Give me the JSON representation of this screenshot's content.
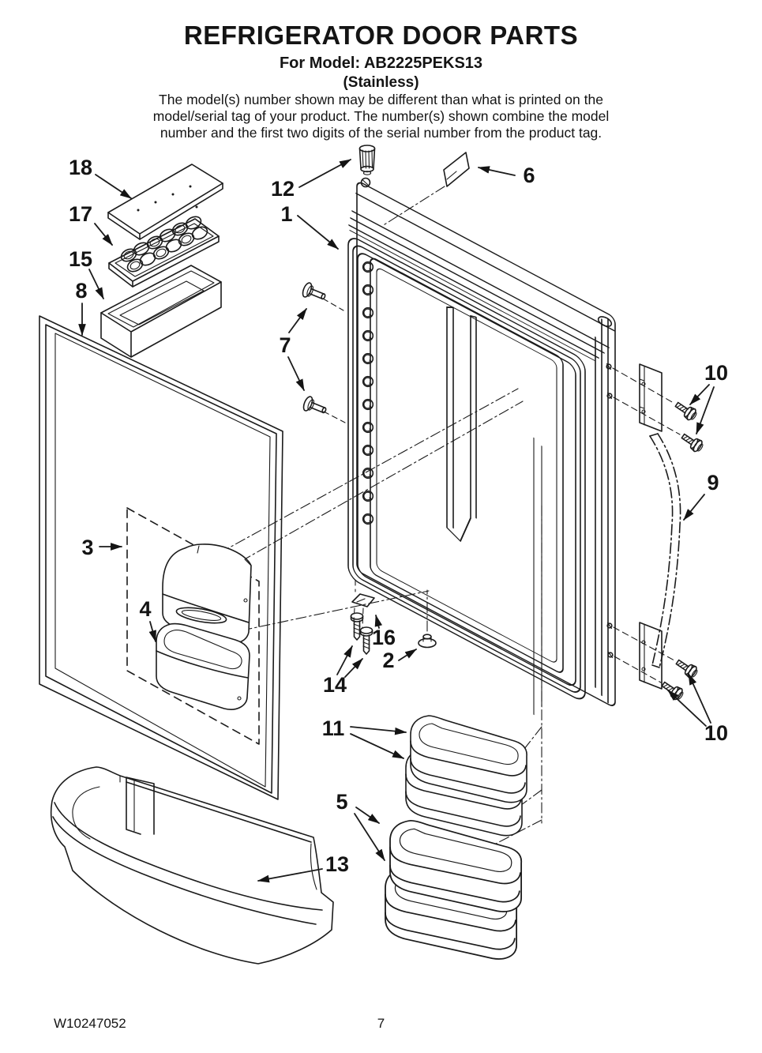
{
  "header": {
    "title": "REFRIGERATOR DOOR PARTS",
    "model_line": "For Model: AB2225PEKS13",
    "finish_line": "(Stainless)",
    "note_line1": "The model(s) number shown may be different than what is printed on the",
    "note_line2": "model/serial tag of your product. The number(s) shown combine the model",
    "note_line3": "number and the first two digits of the serial number from the product tag."
  },
  "callouts": {
    "c1": "1",
    "c2": "2",
    "c3": "3",
    "c4": "4",
    "c5": "5",
    "c6": "6",
    "c7": "7",
    "c8": "8",
    "c9": "9",
    "c10_top": "10",
    "c10_bottom": "10",
    "c11": "11",
    "c12": "12",
    "c13": "13",
    "c14": "14",
    "c15": "15",
    "c16": "16",
    "c17": "17",
    "c18": "18"
  },
  "footer": {
    "doc_number": "W10247052",
    "page_number": "7"
  }
}
